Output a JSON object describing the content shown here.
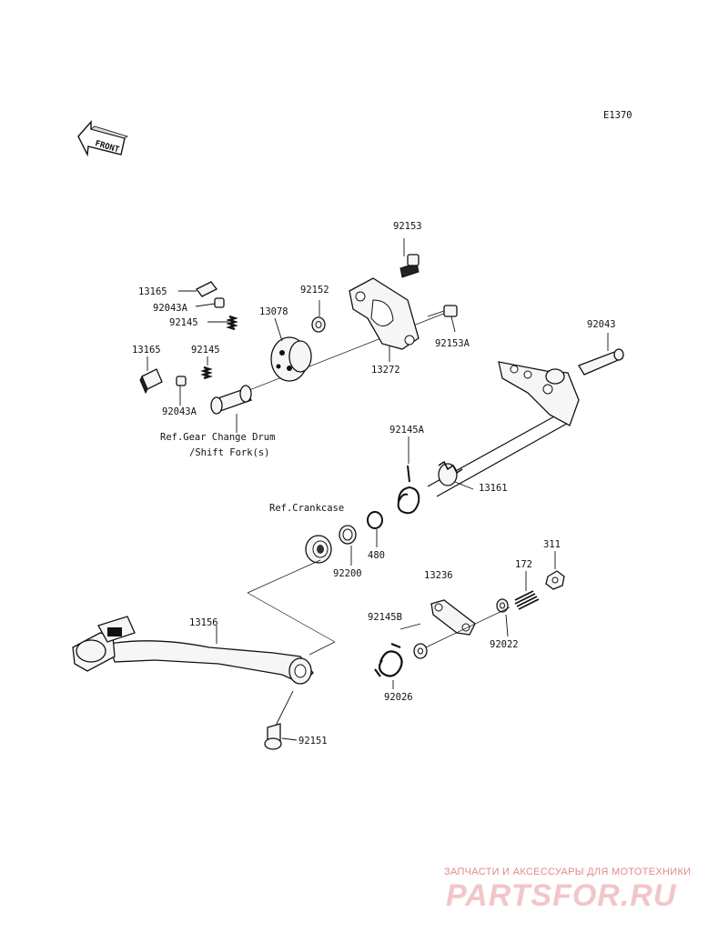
{
  "diagram_code": "E1370",
  "front_arrow_label": "FRONT",
  "labels": {
    "p92153": "92153",
    "p13165a": "13165",
    "p92152": "92152",
    "p92043Aa": "92043A",
    "p13078": "13078",
    "p92145a": "92145",
    "p92153A": "92153A",
    "p92043": "92043",
    "p13165b": "13165",
    "p92145b": "92145",
    "p13272": "13272",
    "p92043Ab": "92043A",
    "p92145A": "92145A",
    "p13161": "13161",
    "p480": "480",
    "p92200": "92200",
    "p13236": "13236",
    "p172": "172",
    "p311": "311",
    "p13156": "13156",
    "p92145B": "92145B",
    "p92022": "92022",
    "p92026": "92026",
    "p92151": "92151"
  },
  "refs": {
    "gear_change_drum_1": "Ref.Gear Change Drum",
    "gear_change_drum_2": "/Shift Fork(s)",
    "crankcase": "Ref.Crankcase"
  },
  "watermark": {
    "tagline": "ЗАПЧАСТИ И АКСЕССУАРЫ ДЛЯ МОТОТЕХНИКИ",
    "brand": "PARTSFOR.RU"
  }
}
